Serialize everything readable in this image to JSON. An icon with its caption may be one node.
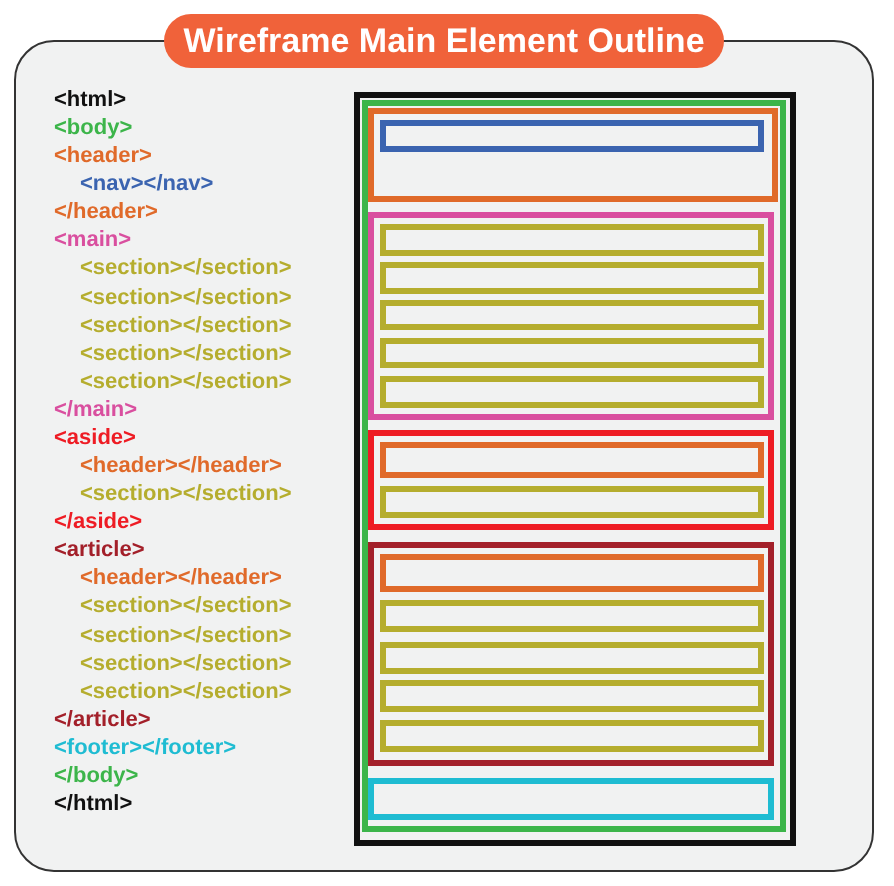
{
  "diagram": {
    "title": "Wireframe Main Element Outline",
    "nodes": [
      {
        "text": [],
        "shape": "box"
      },
      {
        "text": [],
        "shape": "box",
        "in": 0
      },
      {
        "text": [],
        "shape": "box",
        "in": 1
      },
      {
        "text": [],
        "shape": "box",
        "in": 2
      },
      {
        "text": [],
        "shape": "box",
        "in": 1
      },
      {
        "text": [],
        "shape": "box",
        "in": 4
      },
      {
        "text": [],
        "shape": "box",
        "in": 4
      },
      {
        "text": [],
        "shape": "box",
        "in": 4
      },
      {
        "text": [],
        "shape": "box",
        "in": 4
      },
      {
        "text": [],
        "shape": "box",
        "in": 4
      },
      {
        "text": [],
        "shape": "box",
        "in": 1
      },
      {
        "text": [],
        "shape": "box",
        "in": 10
      },
      {
        "text": [],
        "shape": "box",
        "in": 10
      },
      {
        "text": [],
        "shape": "box",
        "in": 1
      },
      {
        "text": [],
        "shape": "box",
        "in": 13
      },
      {
        "text": [],
        "shape": "box",
        "in": 13
      },
      {
        "text": [],
        "shape": "box",
        "in": 13
      },
      {
        "text": [],
        "shape": "box",
        "in": 13
      },
      {
        "text": [],
        "shape": "box",
        "in": 13
      },
      {
        "text": [],
        "shape": "box",
        "in": 1
      }
    ],
    "labels": [
      "<html>",
      "<body>",
      "<header>",
      "<nav></nav>",
      "</header>",
      "<main>",
      "<section></section>",
      "<section></section>",
      "<section></section>",
      "<section></section>",
      "<section></section>",
      "</main>",
      "<aside>",
      "<header></header>",
      "<section></section>",
      "</aside>",
      "<article>",
      "<header></header>",
      "<section></section>",
      "<section></section>",
      "<section></section>",
      "<section></section>",
      "</article>",
      "<footer></footer>",
      "</body>",
      "</html>"
    ]
  }
}
